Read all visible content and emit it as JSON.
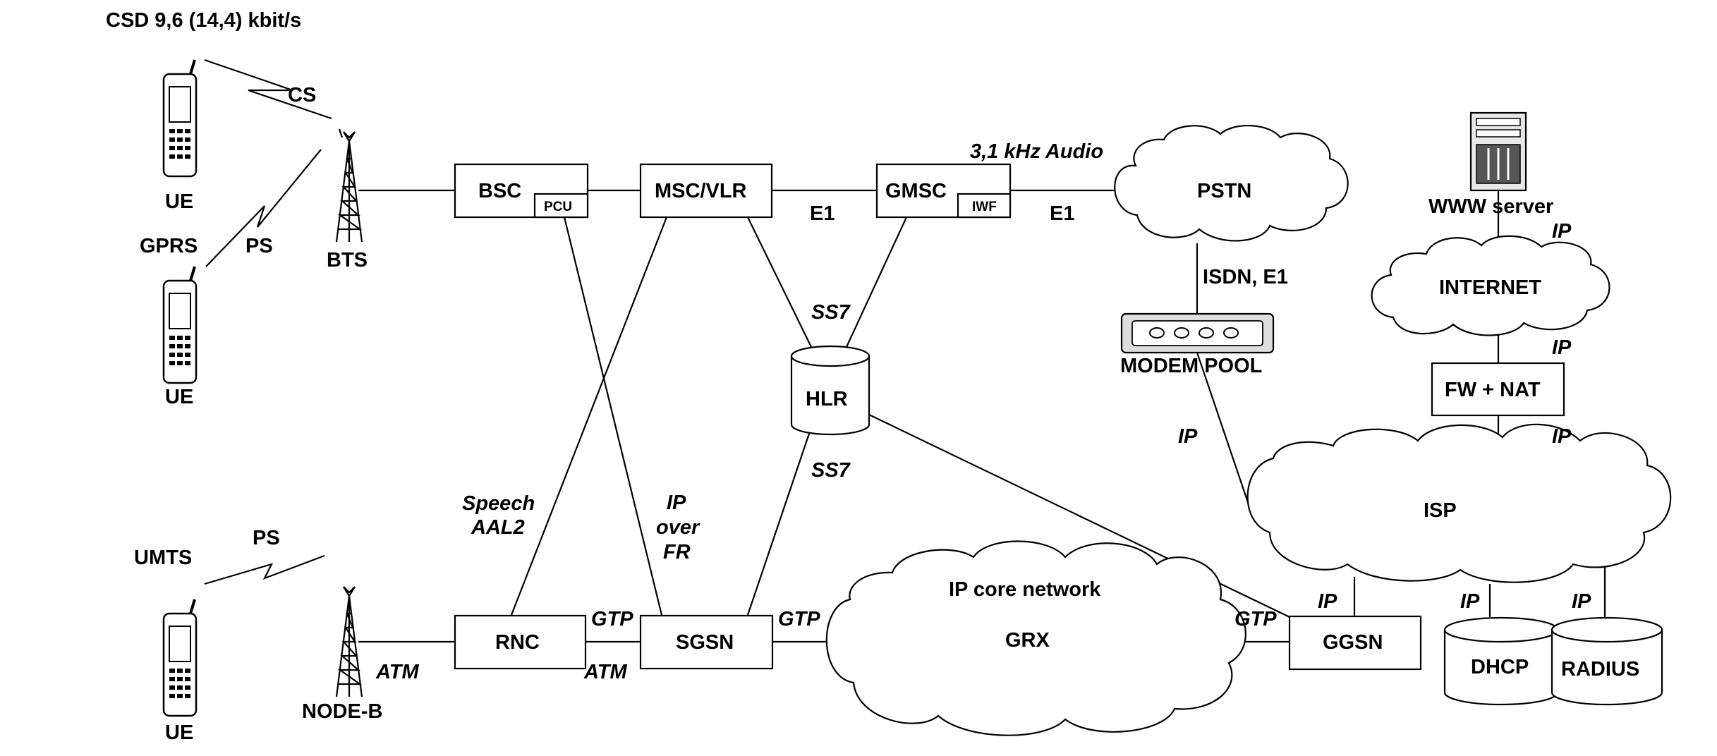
{
  "header": {
    "csd_label": "CSD 9,6 (14,4) kbit/s"
  },
  "radio": {
    "cs": "CS",
    "ps_gprs": "PS",
    "ps_umts": "PS",
    "gprs": "GPRS",
    "umts": "UMTS"
  },
  "terminals": {
    "ue_top": "UE",
    "ue_middle": "UE",
    "ue_bottom": "UE"
  },
  "antennas": {
    "bts": "BTS",
    "nodeb": "NODE-B"
  },
  "nodes": {
    "bsc": "BSC",
    "pcu": "PCU",
    "msc": "MSC/VLR",
    "gmsc": "GMSC",
    "iwf": "IWF",
    "hlr": "HLR",
    "rnc": "RNC",
    "sgsn": "SGSN",
    "ggsn": "GGSN",
    "fwnat": "FW + NAT",
    "dhcp": "DHCP",
    "radius": "RADIUS"
  },
  "clouds": {
    "pstn": "PSTN",
    "internet": "INTERNET",
    "isp": "ISP",
    "ipcore": "IP core network",
    "grx": "GRX"
  },
  "devices": {
    "modem_pool": "MODEM POOL",
    "www_server": "WWW server"
  },
  "links": {
    "e1_a": "E1",
    "e1_b": "E1",
    "audio": "3,1 kHz Audio",
    "isdn": "ISDN, E1",
    "ss7_top": "SS7",
    "ss7_bottom": "SS7",
    "speech": "Speech",
    "aal2": "AAL2",
    "ip_fr_1": "IP",
    "ip_fr_2": "over",
    "ip_fr_3": "FR",
    "gtp_rnc_sgsn": "GTP",
    "atm_rnc_sgsn": "ATM",
    "atm_nodeb": "ATM",
    "gtp_sgsn_grx": "GTP",
    "gtp_grx_ggsn": "GTP",
    "ip_modem": "IP",
    "ip_www": "IP",
    "ip_internet_fw": "IP",
    "ip_fw_isp": "IP",
    "ip_ggsn_isp": "IP",
    "ip_dhcp": "IP",
    "ip_radius": "IP"
  },
  "colors": {
    "line": "#000000",
    "background": "#ffffff",
    "phone_body": "#ffffff"
  }
}
